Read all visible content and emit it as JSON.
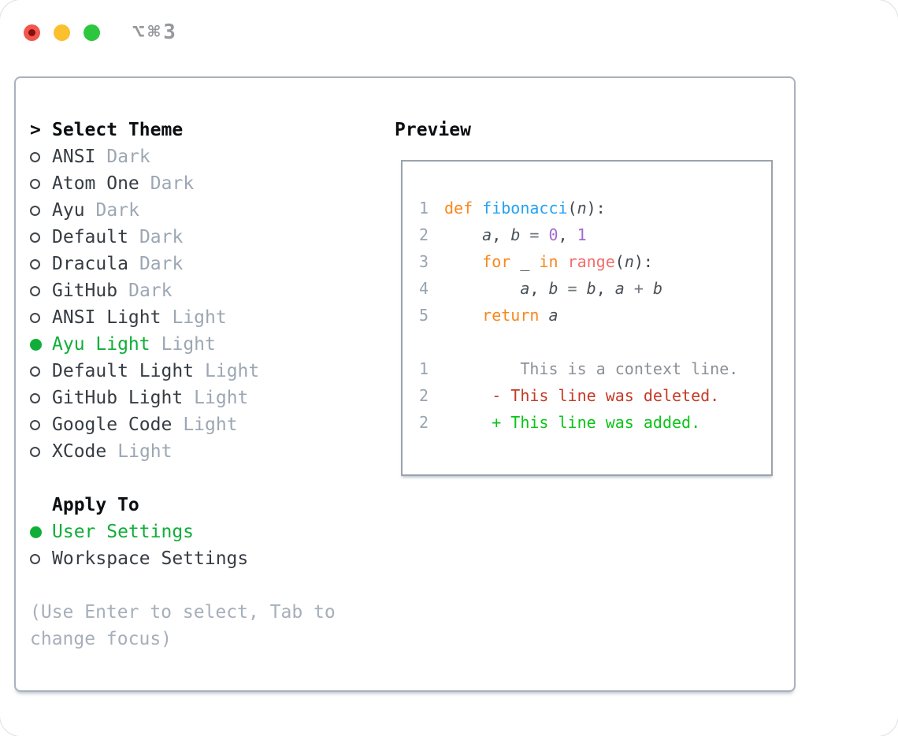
{
  "window": {
    "title": "⌥⌘3",
    "controls": [
      "close",
      "minimize",
      "zoom"
    ]
  },
  "colors": {
    "traffic_red": "#f2564f",
    "traffic_red_dot": "#821109",
    "traffic_yellow": "#fcbf2d",
    "traffic_green": "#2cc73f",
    "selected_green": "#0fae38",
    "added_green": "#0ac417",
    "deleted_red": "#c43b25",
    "keyword_orange": "#f8871d",
    "function_blue": "#23a2f2",
    "builtin_coral": "#f26e6b",
    "number_purple": "#a26ad2",
    "panel_border": "#a9b2bd",
    "preview_border": "#9aa3ad"
  },
  "theme_selector": {
    "prompt": ">",
    "title": "Select Theme",
    "themes": [
      {
        "name": "ANSI",
        "variant": "Dark",
        "selected": false
      },
      {
        "name": "Atom One",
        "variant": "Dark",
        "selected": false
      },
      {
        "name": "Ayu",
        "variant": "Dark",
        "selected": false
      },
      {
        "name": "Default",
        "variant": "Dark",
        "selected": false
      },
      {
        "name": "Dracula",
        "variant": "Dark",
        "selected": false
      },
      {
        "name": "GitHub",
        "variant": "Dark",
        "selected": false
      },
      {
        "name": "ANSI Light",
        "variant": "Light",
        "selected": false
      },
      {
        "name": "Ayu Light",
        "variant": "Light",
        "selected": true
      },
      {
        "name": "Default Light",
        "variant": "Light",
        "selected": false
      },
      {
        "name": "GitHub Light",
        "variant": "Light",
        "selected": false
      },
      {
        "name": "Google Code",
        "variant": "Light",
        "selected": false
      },
      {
        "name": "XCode",
        "variant": "Light",
        "selected": false
      }
    ],
    "apply_to": {
      "title": "Apply To",
      "options": [
        {
          "label": "User Settings",
          "selected": true
        },
        {
          "label": "Workspace Settings",
          "selected": false
        }
      ]
    },
    "help_line1": "(Use Enter to select, Tab to",
    "help_line2": "change focus)"
  },
  "preview": {
    "title": "Preview",
    "code_lines": [
      {
        "num": "1",
        "tokens": [
          {
            "t": "def",
            "c": "kw"
          },
          {
            "t": " ",
            "c": "pl"
          },
          {
            "t": "fibonacci",
            "c": "fn"
          },
          {
            "t": "(",
            "c": "pl"
          },
          {
            "t": "n",
            "c": "var"
          },
          {
            "t": "):",
            "c": "pl"
          }
        ]
      },
      {
        "num": "2",
        "tokens": [
          {
            "t": "    ",
            "c": "pl"
          },
          {
            "t": "a",
            "c": "var"
          },
          {
            "t": ", ",
            "c": "pl"
          },
          {
            "t": "b",
            "c": "var"
          },
          {
            "t": " = ",
            "c": "op"
          },
          {
            "t": "0",
            "c": "num"
          },
          {
            "t": ", ",
            "c": "pl"
          },
          {
            "t": "1",
            "c": "num"
          }
        ]
      },
      {
        "num": "3",
        "tokens": [
          {
            "t": "    ",
            "c": "pl"
          },
          {
            "t": "for",
            "c": "kw"
          },
          {
            "t": " _ ",
            "c": "pl"
          },
          {
            "t": "in",
            "c": "kw"
          },
          {
            "t": " ",
            "c": "pl"
          },
          {
            "t": "range",
            "c": "bi"
          },
          {
            "t": "(",
            "c": "pl"
          },
          {
            "t": "n",
            "c": "var"
          },
          {
            "t": "):",
            "c": "pl"
          }
        ]
      },
      {
        "num": "4",
        "tokens": [
          {
            "t": "        ",
            "c": "pl"
          },
          {
            "t": "a",
            "c": "var"
          },
          {
            "t": ", ",
            "c": "pl"
          },
          {
            "t": "b",
            "c": "var"
          },
          {
            "t": " = ",
            "c": "op"
          },
          {
            "t": "b",
            "c": "var"
          },
          {
            "t": ", ",
            "c": "pl"
          },
          {
            "t": "a",
            "c": "var"
          },
          {
            "t": " + ",
            "c": "op"
          },
          {
            "t": "b",
            "c": "var"
          }
        ]
      },
      {
        "num": "5",
        "tokens": [
          {
            "t": "    ",
            "c": "pl"
          },
          {
            "t": "return",
            "c": "kw"
          },
          {
            "t": " ",
            "c": "pl"
          },
          {
            "t": "a",
            "c": "var"
          }
        ]
      }
    ],
    "diff_lines": [
      {
        "num": "1",
        "kind": "context",
        "text": "        This is a context line."
      },
      {
        "num": "2",
        "kind": "deleted",
        "text": "     - This line was deleted."
      },
      {
        "num": "2",
        "kind": "added",
        "text": "     + This line was added."
      }
    ]
  }
}
